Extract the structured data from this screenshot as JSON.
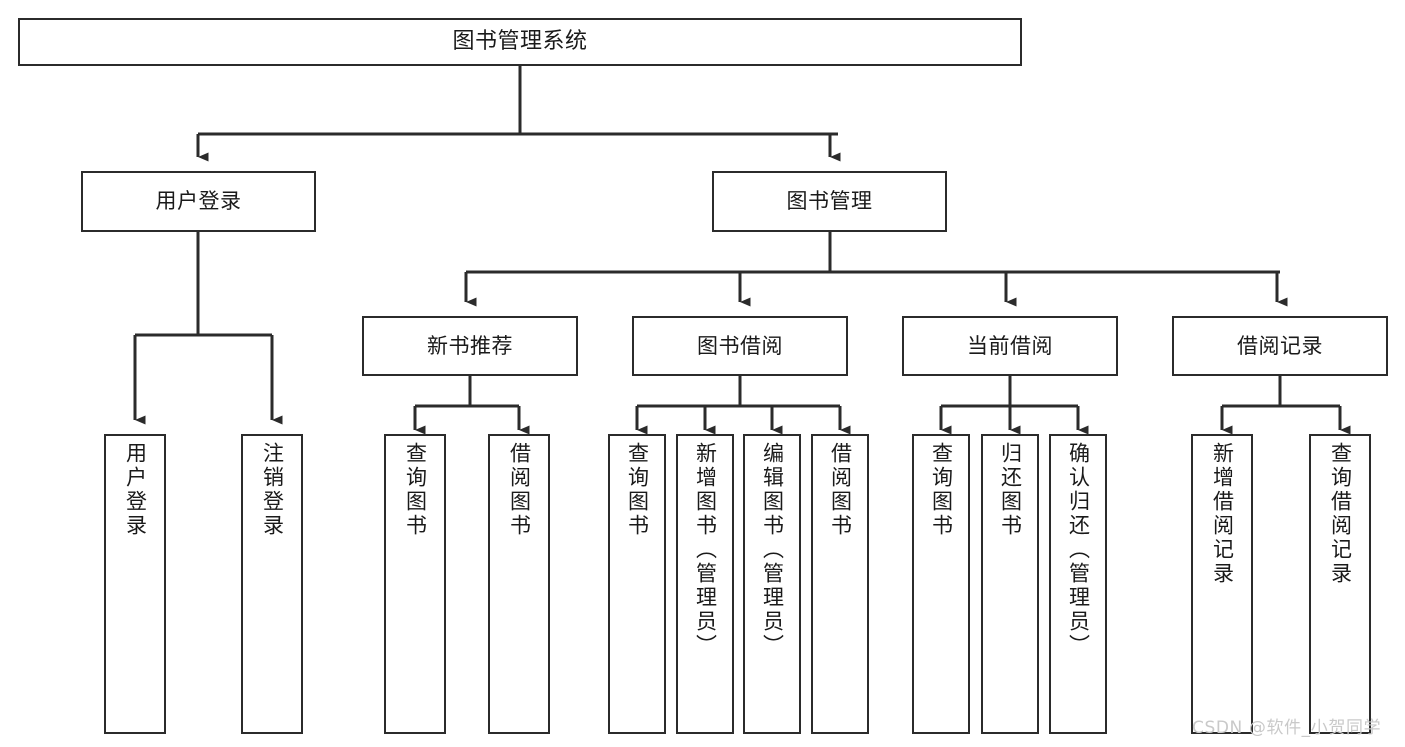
{
  "diagram": {
    "title": "图书管理系统",
    "type": "tree-hierarchy",
    "watermark": "CSDN @软件_小贺同学",
    "colors": {
      "box_border": "#2b2b2b",
      "box_fill": "#ffffff",
      "connector": "#2b2b2b",
      "text": "#1a1a1a",
      "watermark": "#c9c9c9",
      "background": "#ffffff"
    },
    "nodes": {
      "root": {
        "label": "图书管理系统"
      },
      "level2": [
        {
          "label": "用户登录"
        },
        {
          "label": "图书管理"
        }
      ],
      "level3": [
        {
          "label": "新书推荐"
        },
        {
          "label": "图书借阅"
        },
        {
          "label": "当前借阅"
        },
        {
          "label": "借阅记录"
        }
      ],
      "leaves": {
        "user_login": [
          {
            "label": "用户登录"
          },
          {
            "label": "注销登录"
          }
        ],
        "new_book_recommend": [
          {
            "label": "查询图书"
          },
          {
            "label": "借阅图书"
          }
        ],
        "book_borrow": [
          {
            "label": "查询图书"
          },
          {
            "label": "新增图书（管理员）"
          },
          {
            "label": "编辑图书（管理员）"
          },
          {
            "label": "借阅图书"
          }
        ],
        "current_borrow": [
          {
            "label": "查询图书"
          },
          {
            "label": "归还图书"
          },
          {
            "label": "确认归还（管理员）"
          }
        ],
        "borrow_record": [
          {
            "label": "新增借阅记录"
          },
          {
            "label": "查询借阅记录"
          }
        ]
      }
    }
  }
}
